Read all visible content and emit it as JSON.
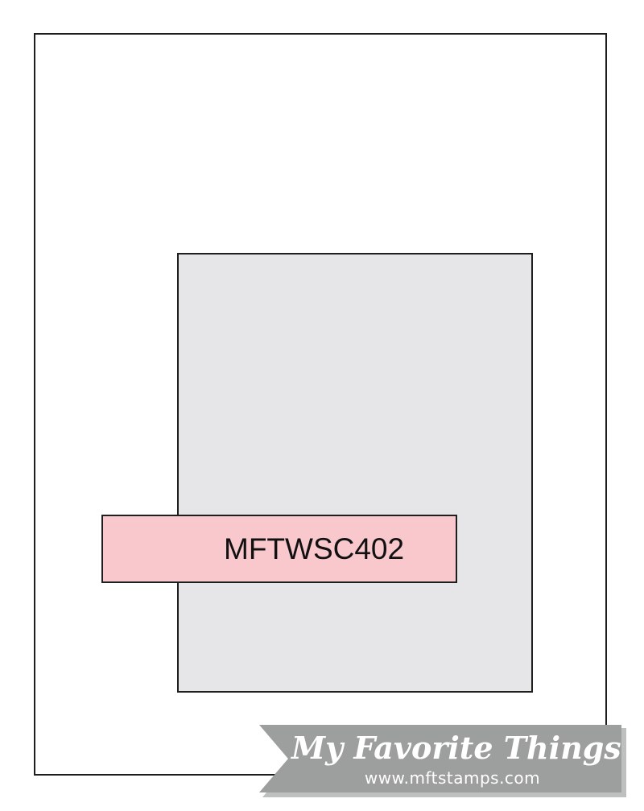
{
  "sketch": {
    "code": "MFTWSC402",
    "colors": {
      "card": "#ffffff",
      "outline": "#1e1e1e",
      "panel": "#e6e6e8",
      "banner": "#f8c8cc",
      "logo_tag": "#9d9e9e"
    }
  },
  "logo": {
    "name": "My Favorite Things",
    "url": "www.mftstamps.com"
  }
}
